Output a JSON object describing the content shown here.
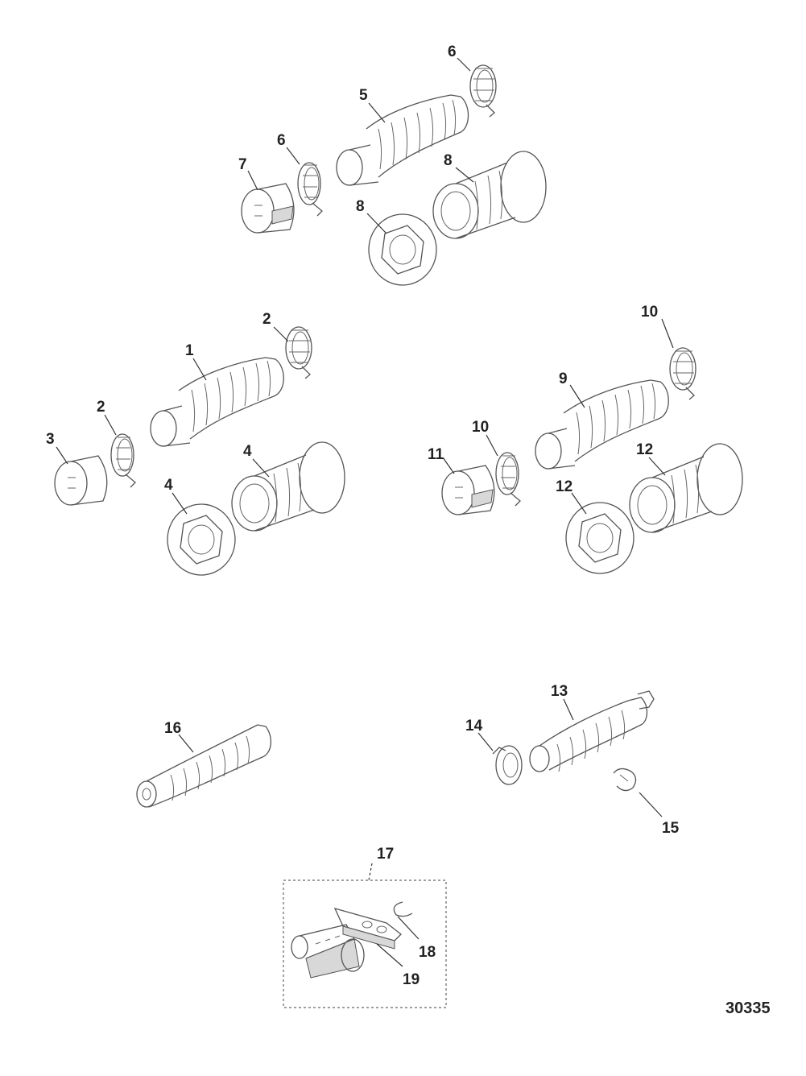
{
  "callouts": {
    "c1": "1",
    "c2a": "2",
    "c2b": "2",
    "c3": "3",
    "c4a": "4",
    "c4b": "4",
    "c5": "5",
    "c6a": "6",
    "c6b": "6",
    "c7": "7",
    "c8a": "8",
    "c8b": "8",
    "c9": "9",
    "c10a": "10",
    "c10b": "10",
    "c11": "11",
    "c12a": "12",
    "c12b": "12",
    "c13": "13",
    "c14": "14",
    "c15": "15",
    "c16": "16",
    "c17": "17",
    "c18": "18",
    "c19": "19"
  },
  "drawing_number": "30335"
}
